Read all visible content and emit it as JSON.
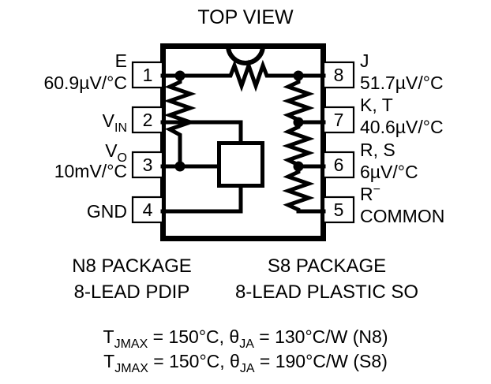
{
  "title": "TOP VIEW",
  "package_body": {
    "notch_icon": "semicircle-notch"
  },
  "left_pins": [
    {
      "number": "1",
      "label_lines": [
        "E",
        "60.9µV/°C"
      ]
    },
    {
      "number": "2",
      "label_lines": [
        "V",
        "IN"
      ]
    },
    {
      "number": "3",
      "label_lines": [
        "V",
        "O",
        "10mV/°C"
      ]
    },
    {
      "number": "4",
      "label_lines": [
        "GND"
      ]
    }
  ],
  "right_pins": [
    {
      "number": "8",
      "label_lines": [
        "J",
        "51.7µV/°C"
      ]
    },
    {
      "number": "7",
      "label_lines": [
        "K, T",
        "40.6µV/°C"
      ]
    },
    {
      "number": "6",
      "label_lines": [
        "R, S",
        "6µV/°C"
      ]
    },
    {
      "number": "5",
      "label_lines": [
        "R",
        "−",
        "COMMON"
      ]
    }
  ],
  "packages": [
    {
      "name": "N8 PACKAGE",
      "description": "8-LEAD PDIP"
    },
    {
      "name": "S8 PACKAGE",
      "description": "8-LEAD PLASTIC SO"
    }
  ],
  "thermal_specs": [
    {
      "tj_symbol": "T",
      "tj_sub": "JMAX",
      "tj_value": " = 150°C, ",
      "theta_symbol": "θ",
      "theta_sub": "JA",
      "theta_value": " = 130°C/W (N8)"
    },
    {
      "tj_symbol": "T",
      "tj_sub": "JMAX",
      "tj_value": " = 150°C, ",
      "theta_symbol": "θ",
      "theta_sub": "JA",
      "theta_value": " = 190°C/W (S8)"
    }
  ],
  "colors": {
    "ink": "#000000",
    "paper": "#ffffff"
  }
}
